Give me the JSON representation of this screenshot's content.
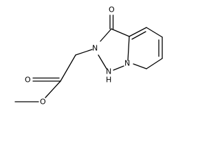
{
  "atoms": {
    "o_carbonyl_ring": "O",
    "n_2": "N",
    "n_1": "N",
    "n_1_h": "H",
    "n_ring_fused": "N",
    "o_ester_carbonyl": "O",
    "o_ester_methoxy": "O"
  },
  "colors": {
    "bond": "#000000",
    "label": "#000000",
    "background": "#ffffff"
  }
}
